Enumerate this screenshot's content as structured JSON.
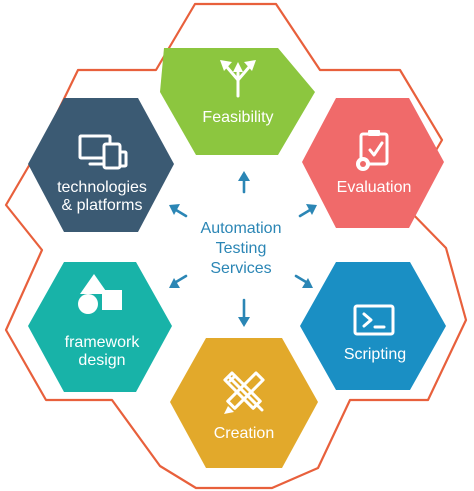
{
  "center": {
    "line1": "Automation",
    "line2": "Testing",
    "line3": "Services"
  },
  "nodes": {
    "feasibility": {
      "label": "Feasibility",
      "color": "#8cc63f",
      "icon": "diverging-arrows-icon"
    },
    "evaluation": {
      "label": "Evaluation",
      "color": "#f06a6a",
      "icon": "clipboard-gear-icon"
    },
    "scripting": {
      "label": "Scripting",
      "color": "#1a8fc4",
      "icon": "terminal-icon"
    },
    "creation": {
      "label": "Creation",
      "color": "#e2a92b",
      "icon": "pencil-ruler-icon"
    },
    "framework": {
      "line1": "framework",
      "line2": "design",
      "color": "#18b3a8",
      "icon": "shapes-icon"
    },
    "technologies": {
      "line1": "technologies",
      "line2": "& platforms",
      "color": "#3b5a73",
      "icon": "devices-icon"
    }
  },
  "colors": {
    "outline": "#e8603c",
    "arrow": "#2b86b5",
    "center_text": "#2b86b5"
  }
}
